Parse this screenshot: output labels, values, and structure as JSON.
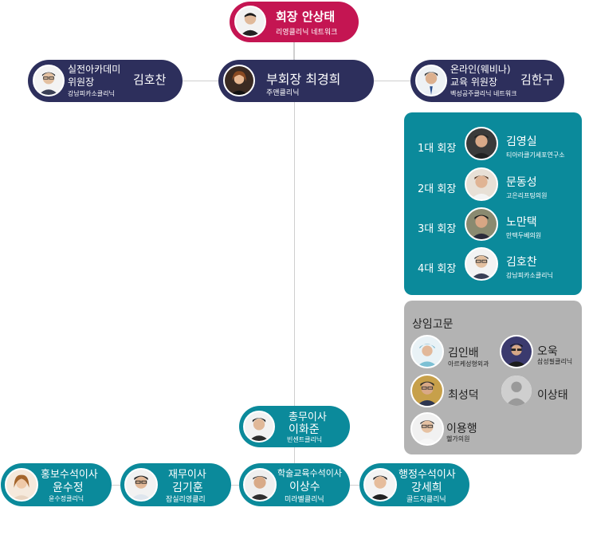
{
  "chairman": {
    "role_name": "회장 안상태",
    "org": "리영클리닉 네트워크"
  },
  "vice_chairman": {
    "role_name": "부회장  최경희",
    "org": "주앤클리닉"
  },
  "academy": {
    "role_line1": "실전아카데미",
    "role_line2": "위원장",
    "name": "김호찬",
    "org": "강남피카소클리닉"
  },
  "online": {
    "role_line1": "온라인(웨비나)",
    "role_line2": "교육 위원장",
    "name": "김한구",
    "org": "벡성공주클리닉 네트워크"
  },
  "former": [
    {
      "term": "1대 회장",
      "name": "김영실",
      "org": "티아라클기세포연구소"
    },
    {
      "term": "2대 회장",
      "name": "문동성",
      "org": "고은리프팅의원"
    },
    {
      "term": "3대 회장",
      "name": "노만택",
      "org": "만택두베의원"
    },
    {
      "term": "4대 회장",
      "name": "김호찬",
      "org": "강남피카소클리닉"
    }
  ],
  "advisors": {
    "title": "상임고문",
    "people": [
      {
        "name": "김인배",
        "org": "아르케성형외과"
      },
      {
        "name": "오욱",
        "org": "삼성필클리닉"
      },
      {
        "name": "최성덕",
        "org": ""
      },
      {
        "name": "이상태",
        "org": ""
      },
      {
        "name": "이용행",
        "org": "헬가의원"
      }
    ]
  },
  "general_director": {
    "role": "총무이사",
    "name": "이화준",
    "org": "빈센트클리닉"
  },
  "directors": [
    {
      "role": "홍보수석이사",
      "name": "윤수정",
      "org": "윤수정클리닉"
    },
    {
      "role": "재무이사",
      "name": "김기훈",
      "org": "잠실리영클리"
    },
    {
      "role": "학술교육수석이사",
      "name": "이상수",
      "org": "미라벨클리닉"
    },
    {
      "role": "행정수석이사",
      "name": "강세희",
      "org": "골드지클리닉"
    }
  ]
}
